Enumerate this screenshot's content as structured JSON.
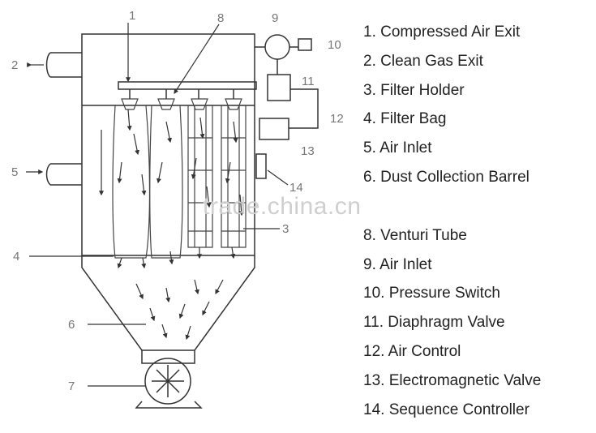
{
  "callouts": {
    "n1": "1",
    "n2": "2",
    "n3": "3",
    "n4": "4",
    "n5": "5",
    "n6": "6",
    "n7": "7",
    "n8": "8",
    "n9": "9",
    "n10": "10",
    "n11": "11",
    "n12": "12",
    "n13": "13",
    "n14": "14"
  },
  "legend": [
    {
      "number": "1.",
      "label": "Compressed Air Exit"
    },
    {
      "number": "2.",
      "label": "Clean Gas Exit"
    },
    {
      "number": "3.",
      "label": "Filter Holder"
    },
    {
      "number": "4.",
      "label": "Filter Bag"
    },
    {
      "number": "5.",
      "label": "Air Inlet"
    },
    {
      "number": "6.",
      "label": "Dust Collection Barrel"
    },
    {
      "number": "",
      "label": ""
    },
    {
      "number": "8.",
      "label": "Venturi Tube"
    },
    {
      "number": "9.",
      "label": "Air Inlet"
    },
    {
      "number": "10.",
      "label": "Pressure Switch"
    },
    {
      "number": "11.",
      "label": "Diaphragm Valve"
    },
    {
      "number": "12.",
      "label": "Air Control"
    },
    {
      "number": "13.",
      "label": "Electromagnetic Valve"
    },
    {
      "number": "14.",
      "label": "Sequence Controller"
    }
  ],
  "watermark": "trade.china.cn"
}
